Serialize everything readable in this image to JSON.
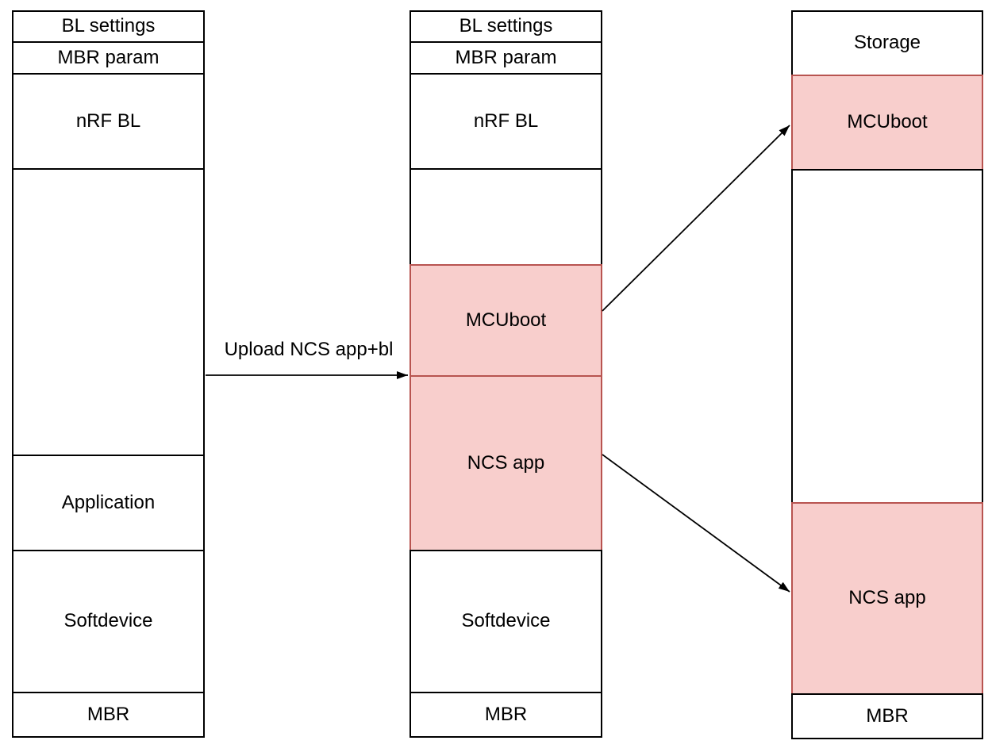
{
  "columns": {
    "left": {
      "segments": [
        {
          "label": "BL settings",
          "highlighted": false
        },
        {
          "label": "MBR param",
          "highlighted": false
        },
        {
          "label": "nRF BL",
          "highlighted": false
        },
        {
          "label": "",
          "highlighted": false
        },
        {
          "label": "Application",
          "highlighted": false
        },
        {
          "label": "Softdevice",
          "highlighted": false
        },
        {
          "label": "MBR",
          "highlighted": false
        }
      ]
    },
    "middle": {
      "segments": [
        {
          "label": "BL settings",
          "highlighted": false
        },
        {
          "label": "MBR param",
          "highlighted": false
        },
        {
          "label": "nRF BL",
          "highlighted": false
        },
        {
          "label": "",
          "highlighted": false
        },
        {
          "label": "MCUboot",
          "highlighted": true
        },
        {
          "label": "NCS app",
          "highlighted": true
        },
        {
          "label": "Softdevice",
          "highlighted": false
        },
        {
          "label": "MBR",
          "highlighted": false
        }
      ]
    },
    "right": {
      "segments": [
        {
          "label": "Storage",
          "highlighted": false
        },
        {
          "label": "MCUboot",
          "highlighted": true
        },
        {
          "label": "",
          "highlighted": false
        },
        {
          "label": "NCS app",
          "highlighted": true
        },
        {
          "label": "MBR",
          "highlighted": false
        }
      ]
    }
  },
  "arrows": {
    "upload": {
      "label": "Upload NCS app+bl"
    },
    "mcuboot_copy": {
      "label": ""
    },
    "ncs_app_copy": {
      "label": ""
    }
  },
  "colors": {
    "highlight_fill": "#f8cecc",
    "highlight_stroke": "#b85450",
    "stroke": "#000000",
    "text": "#000000",
    "background": "#ffffff"
  }
}
